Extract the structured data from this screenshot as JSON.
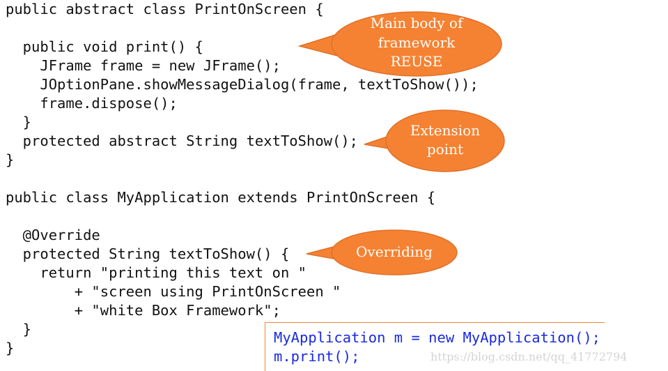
{
  "code": {
    "lines": [
      "public abstract class PrintOnScreen {",
      "",
      "  public void print() {",
      "    JFrame frame = new JFrame();",
      "    JOptionPane.showMessageDialog(frame, textToShow());",
      "    frame.dispose();",
      "  }",
      "  protected abstract String textToShow();",
      "}",
      "",
      "public class MyApplication extends PrintOnScreen {",
      "",
      "  @Override",
      "  protected String textToShow() {",
      "    return \"printing this text on \"",
      "        + \"screen using PrintOnScreen \"",
      "        + \"white Box Framework\";",
      "  }",
      "}"
    ]
  },
  "callouts": {
    "main_body": {
      "line1": "Main body of",
      "line2": "framework",
      "line3": "REUSE"
    },
    "extension": {
      "line1": "Extension",
      "line2": "point"
    },
    "overriding": {
      "line1": "Overriding"
    }
  },
  "usage": {
    "line1": "MyApplication m = new MyApplication();",
    "line2": "m.print();"
  },
  "watermark": "https://blog.csdn.net/qq_41772794",
  "colors": {
    "callout_fill": "#f58232",
    "callout_stroke": "#e07028",
    "usage_text": "#1a2ae0"
  }
}
